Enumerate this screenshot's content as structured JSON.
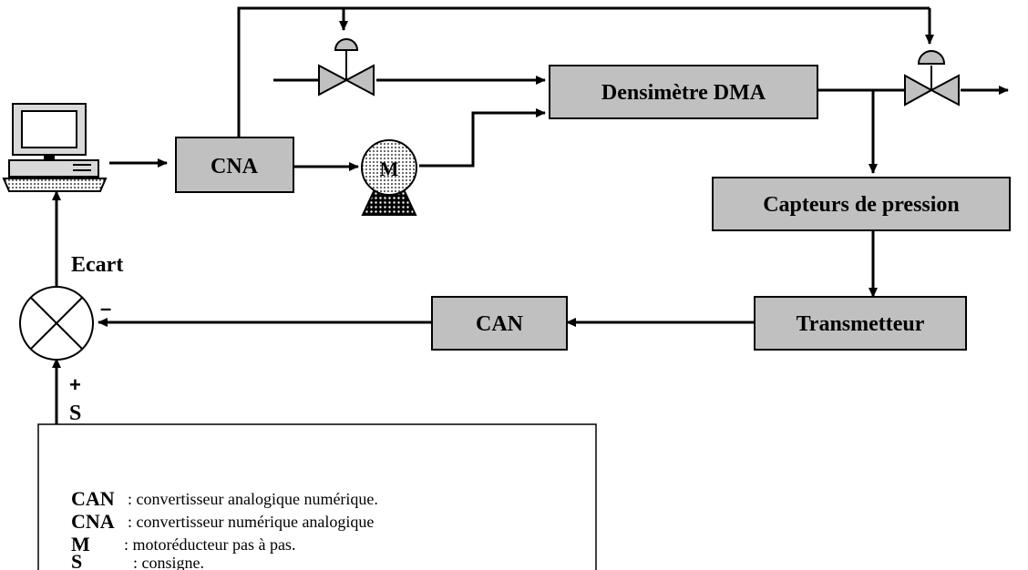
{
  "blocks": {
    "densimetre": "Densimètre DMA",
    "cna": "CNA",
    "capteurs": "Capteurs de pression",
    "transmetteur": "Transmetteur",
    "can": "CAN"
  },
  "labels": {
    "motor": "M",
    "ecart": "Ecart",
    "minus": "–",
    "plus": "+",
    "setpoint": "S"
  },
  "legend": [
    {
      "abbr": "CAN",
      "desc": ": convertisseur analogique numérique."
    },
    {
      "abbr": "CNA",
      "desc": ": convertisseur numérique analogique"
    },
    {
      "abbr": "M",
      "desc": ": motoréducteur pas à pas."
    },
    {
      "abbr": "S",
      "desc": ": consigne."
    }
  ]
}
